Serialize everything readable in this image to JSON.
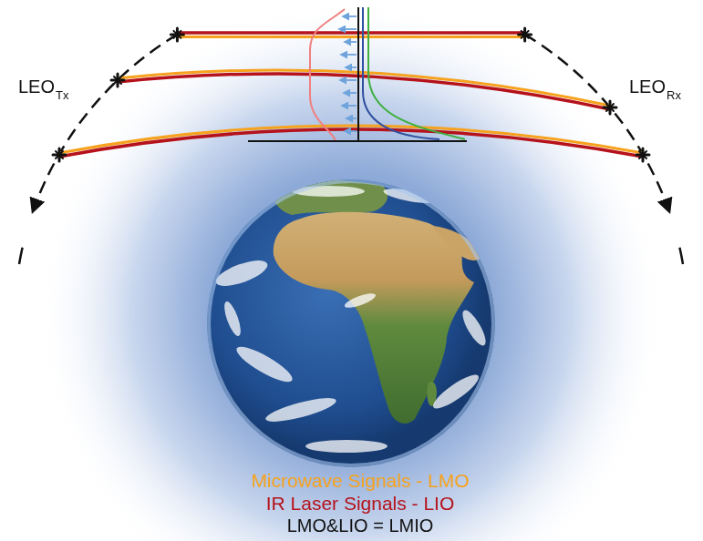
{
  "diagram": {
    "labels": [
      "LEO",
      "Tx",
      "LEO",
      "Rx",
      "Microwave Signals - LMO",
      "IR Laser Signals - LIO",
      "LMO&LIO = LMIO"
    ]
  }
}
